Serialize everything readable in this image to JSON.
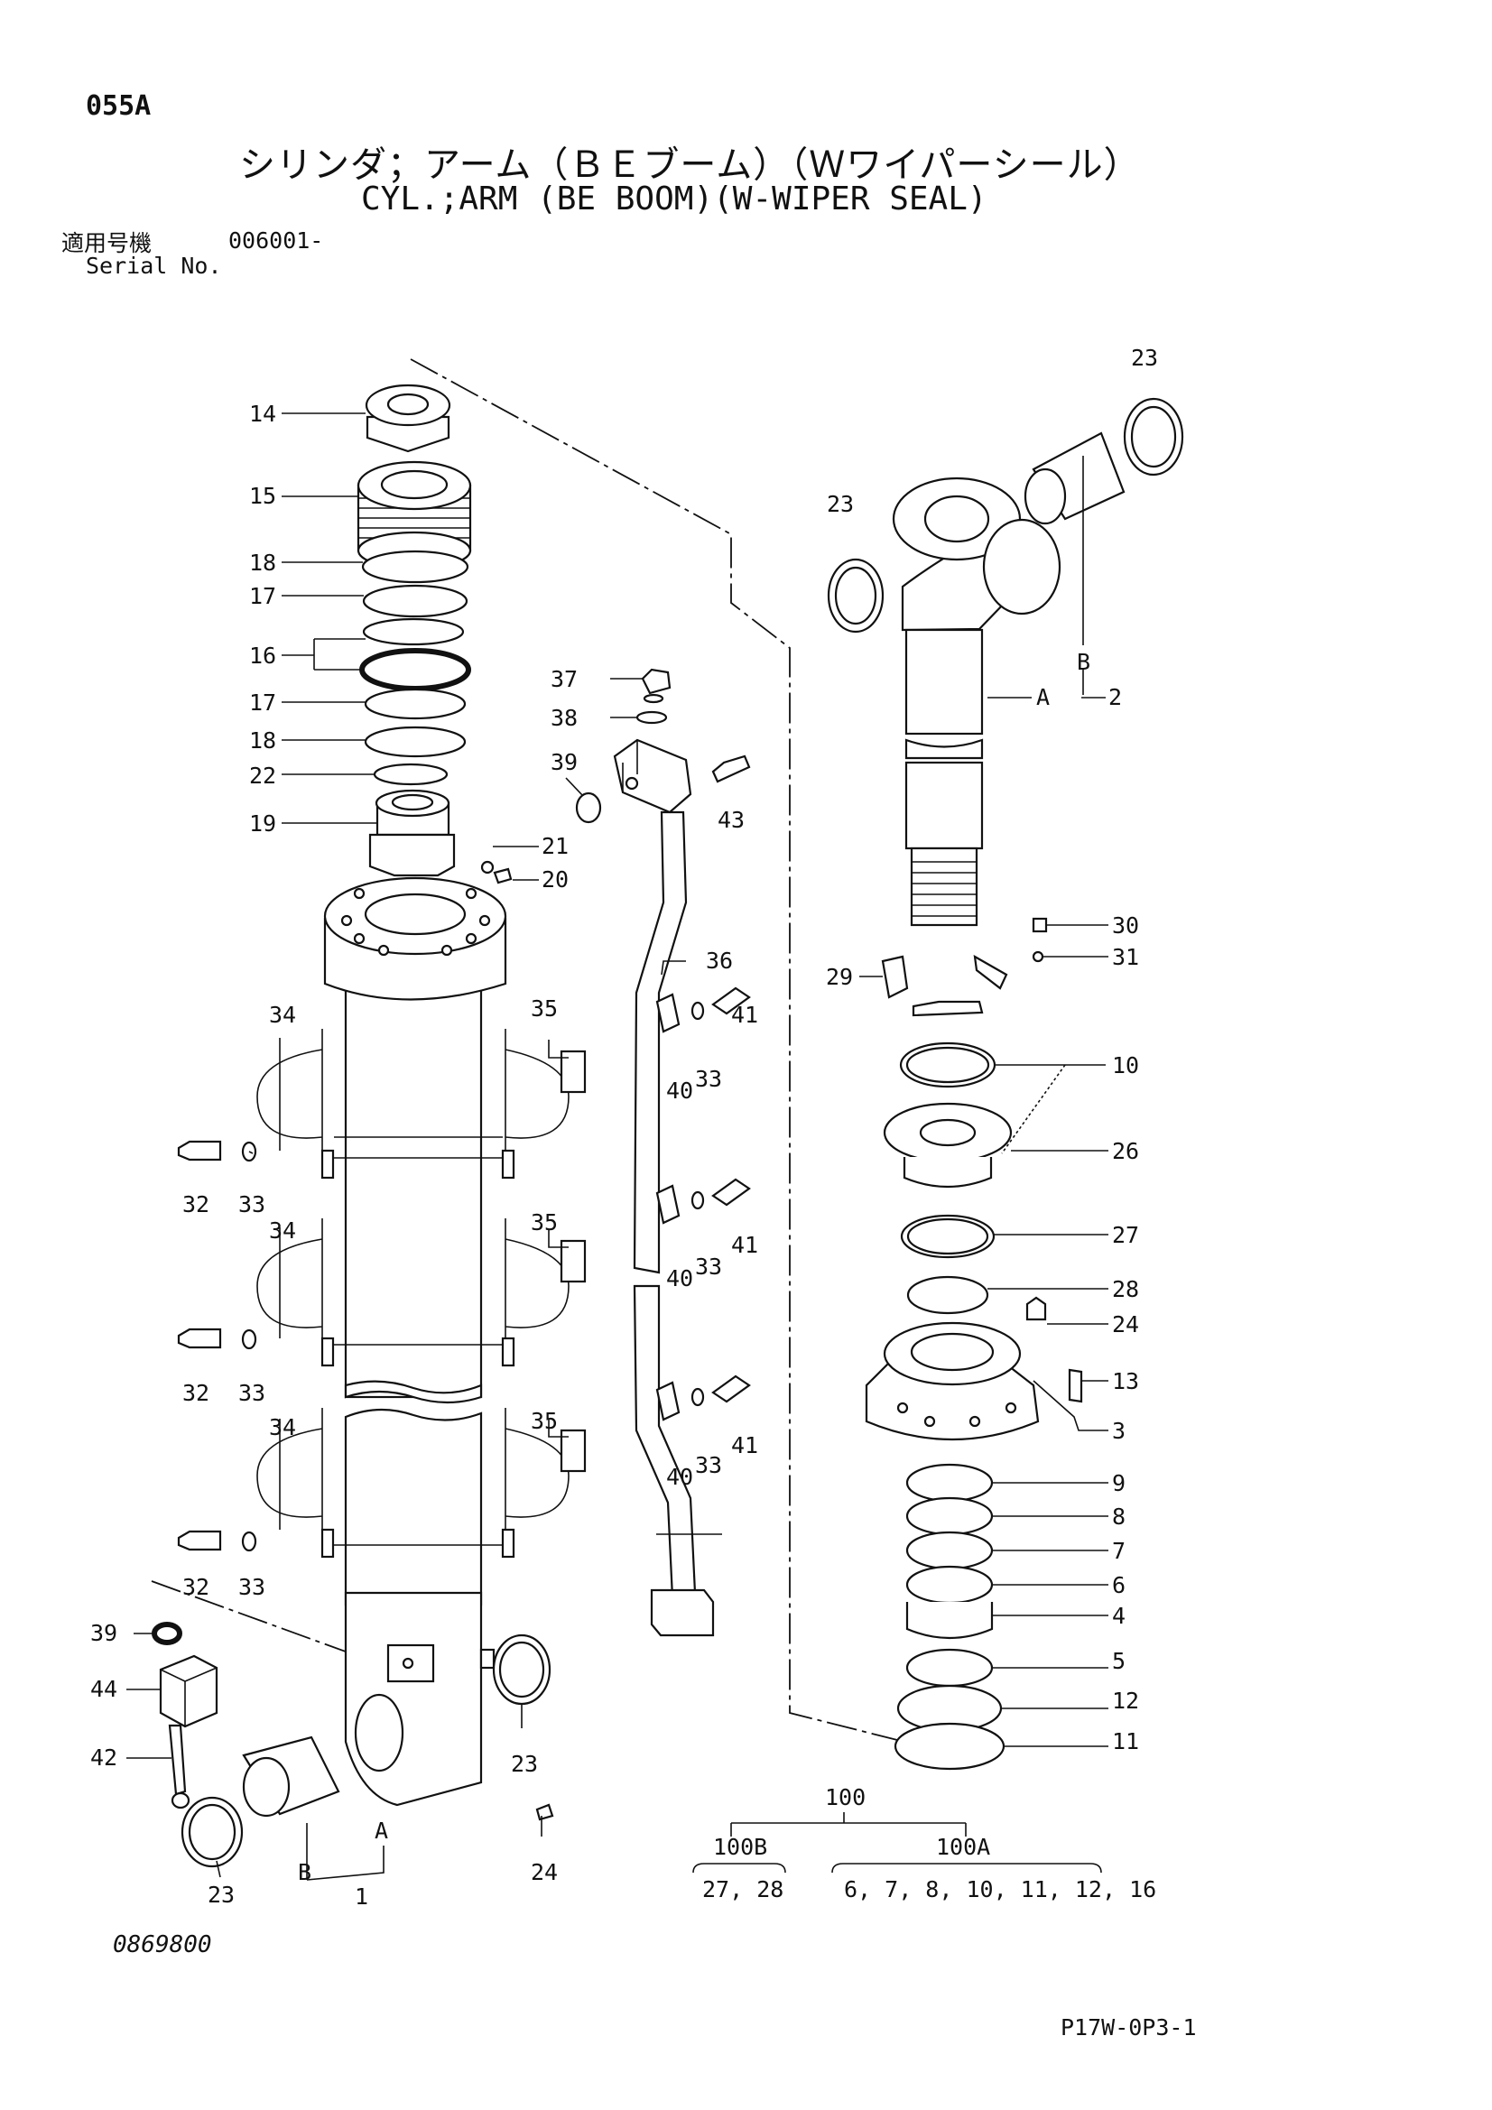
{
  "header": {
    "code": "055A",
    "title_jp": "シリンダ；アーム（ＢＥブーム）（Ｗワイパーシール）",
    "title_en": "CYL.;ARM (BE BOOM)(W-WIPER SEAL)",
    "serial_label_jp": "適用号機",
    "serial_label_en": "Serial No.",
    "serial_value": "006001-"
  },
  "footer": {
    "drawing_number": "0869800",
    "page_code": "P17W-0P3-1"
  },
  "callouts": {
    "n1": "1",
    "n2": "2",
    "n3": "3",
    "n4": "4",
    "n5": "5",
    "n6": "6",
    "n7": "7",
    "n8": "8",
    "n9": "9",
    "n10": "10",
    "n11": "11",
    "n12": "12",
    "n13": "13",
    "n14": "14",
    "n15": "15",
    "n16": "16",
    "n17": "17",
    "n18": "18",
    "n19": "19",
    "n20": "20",
    "n21": "21",
    "n22": "22",
    "n23": "23",
    "n24": "24",
    "n26": "26",
    "n27": "27",
    "n28": "28",
    "n29": "29",
    "n30": "30",
    "n31": "31",
    "n32": "32",
    "n33": "33",
    "n34": "34",
    "n35": "35",
    "n36": "36",
    "n37": "37",
    "n38": "38",
    "n39": "39",
    "n40": "40",
    "n41": "41",
    "n42": "42",
    "n43": "43",
    "n44": "44",
    "A": "A",
    "B": "B"
  },
  "kits": {
    "main": "100",
    "kit_b": "100B",
    "kit_a": "100A",
    "kit_b_parts": "27, 28",
    "kit_a_parts": "6, 7, 8, 10, 11, 12, 16"
  }
}
